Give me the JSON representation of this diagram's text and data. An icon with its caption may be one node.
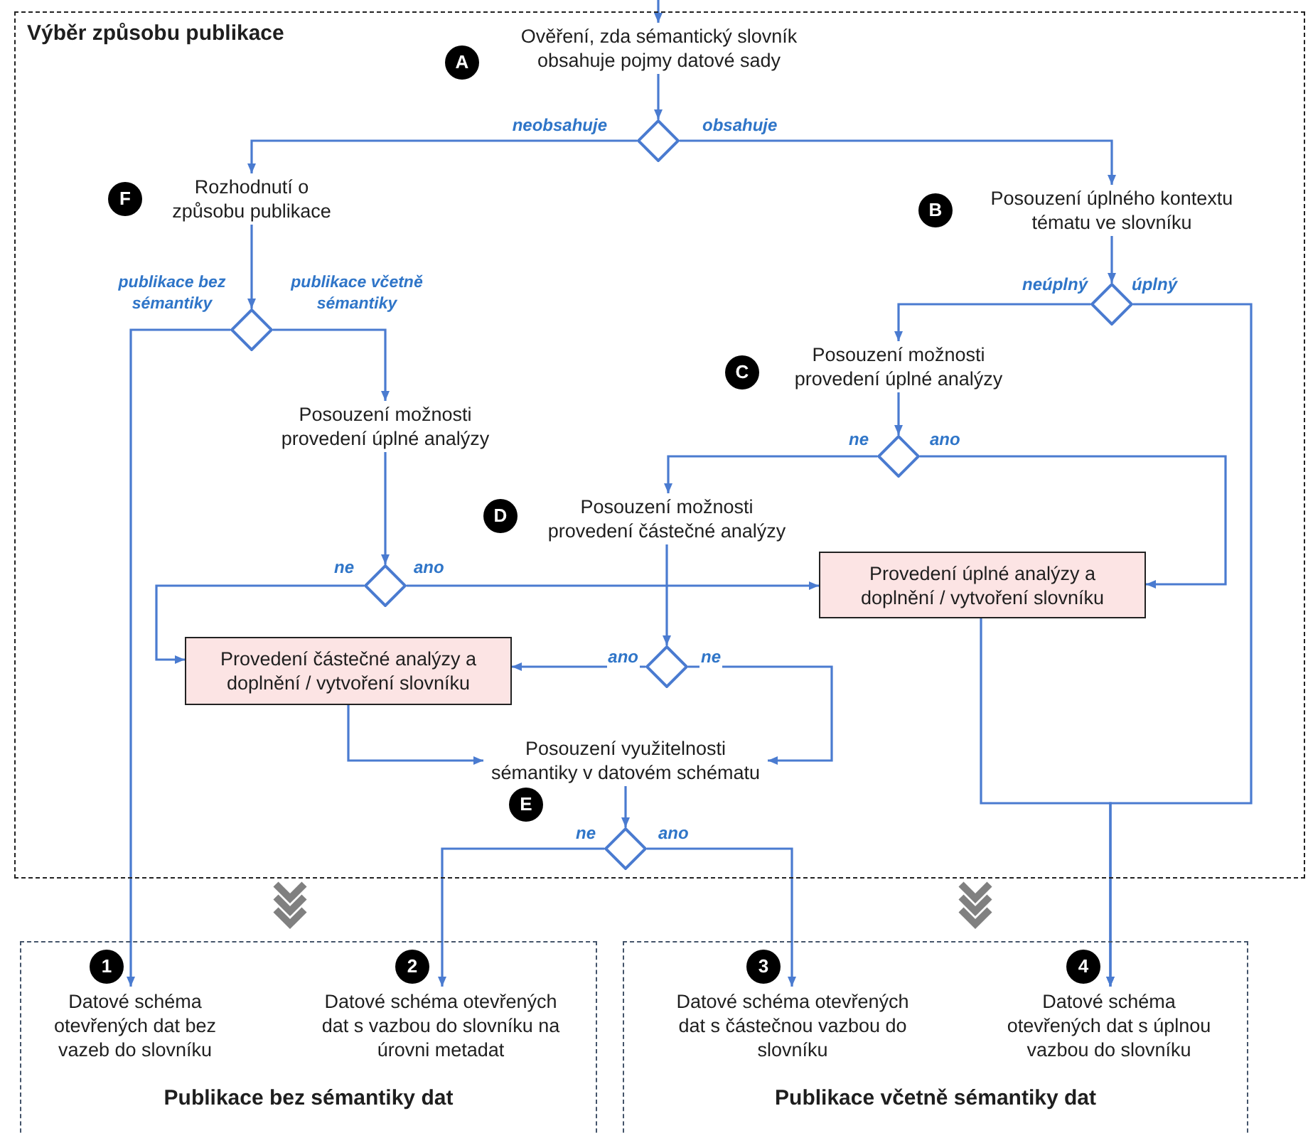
{
  "diagram": {
    "nodes": [
      {
        "text": [
          "Výběr způsobu publikace"
        ]
      },
      {
        "text": [
          "Ověření, zda sémantický slovník obsahuje pojmy datové sady"
        ],
        "beside": [
          "A"
        ],
        "in": 0
      },
      {
        "text": [],
        "shape": "diamond",
        "in": 0
      },
      {
        "text": [
          "Rozhodnutí o způsobu publikace"
        ],
        "beside": [
          "F"
        ],
        "in": 0
      },
      {
        "text": [
          "Posouzení úplného kontextu tématu ve slovníku"
        ],
        "beside": [
          "B"
        ],
        "in": 0
      },
      {
        "text": [],
        "shape": "diamond",
        "in": 0
      },
      {
        "text": [],
        "shape": "diamond",
        "in": 0
      },
      {
        "text": [
          "Posouzení možnosti provedení úplné analýzy"
        ],
        "in": 0
      },
      {
        "text": [
          "Posouzení možnosti provedení úplné analýzy"
        ],
        "beside": [
          "C"
        ],
        "in": 0
      },
      {
        "text": [],
        "shape": "diamond",
        "in": 0
      },
      {
        "text": [],
        "shape": "diamond",
        "in": 0
      },
      {
        "text": [
          "Posouzení možnosti provedení částečné analýzy"
        ],
        "beside": [
          "D"
        ],
        "in": 0
      },
      {
        "text": [
          "Provedení úplné analýzy a doplnění / vytvoření slovníku"
        ],
        "in": 0
      },
      {
        "text": [],
        "shape": "diamond",
        "in": 0
      },
      {
        "text": [
          "Provedení částečné analýzy a doplnění / vytvoření slovníku"
        ],
        "in": 0
      },
      {
        "text": [
          "Posouzení využitelnosti sémantiky v datovém schématu"
        ],
        "beside": [
          "E"
        ],
        "in": 0
      },
      {
        "text": [],
        "shape": "diamond",
        "in": 0
      },
      {
        "text": [
          "Publikace bez sémantiky dat"
        ]
      },
      {
        "text": [
          "Datové schéma otevřených dat bez vazeb do slovníku"
        ],
        "beside": [
          "1"
        ],
        "in": 17
      },
      {
        "text": [
          "Datové schéma otevřených dat s vazbou do slovníku na úrovni metadat"
        ],
        "beside": [
          "2"
        ],
        "in": 17
      },
      {
        "text": [
          "Publikace včetně sémantiky dat"
        ]
      },
      {
        "text": [
          "Datové schéma otevřených dat s částečnou vazbou do slovníku"
        ],
        "beside": [
          "3"
        ],
        "in": 20
      },
      {
        "text": [
          "Datové schéma otevřených dat s úplnou vazbou do slovníku"
        ],
        "beside": [
          "4"
        ],
        "in": 20
      }
    ],
    "edges": [
      {
        "from": null,
        "to": 1,
        "arrow": "to"
      },
      {
        "from": 1,
        "to": 2,
        "arrow": "to"
      },
      {
        "from": 2,
        "to": 3,
        "arrow": "to",
        "label": "neobsahuje"
      },
      {
        "from": 2,
        "to": 4,
        "arrow": "to",
        "label": "obsahuje"
      },
      {
        "from": 3,
        "to": 5,
        "arrow": "to"
      },
      {
        "from": 4,
        "to": 6,
        "arrow": "to"
      },
      {
        "from": 5,
        "to": 18,
        "arrow": "to",
        "label": "publikace bez sémantiky"
      },
      {
        "from": 5,
        "to": 7,
        "arrow": "to",
        "label": "publikace včetně sémantiky"
      },
      {
        "from": 6,
        "to": 8,
        "arrow": "to",
        "label": "neúplný"
      },
      {
        "from": 6,
        "to": 22,
        "arrow": "to",
        "label": "úplný"
      },
      {
        "from": 7,
        "to": 9,
        "arrow": "to"
      },
      {
        "from": 8,
        "to": 10,
        "arrow": "to"
      },
      {
        "from": 9,
        "to": 14,
        "arrow": "to",
        "label": "ne"
      },
      {
        "from": 9,
        "to": 12,
        "arrow": "to",
        "label": "ano"
      },
      {
        "from": 10,
        "to": 11,
        "arrow": "to",
        "label": "ne"
      },
      {
        "from": 10,
        "to": 12,
        "arrow": "to",
        "label": "ano"
      },
      {
        "from": 11,
        "to": 13,
        "arrow": "to"
      },
      {
        "from": 13,
        "to": 14,
        "arrow": "to",
        "label": "ano"
      },
      {
        "from": 13,
        "to": 15,
        "arrow": "to",
        "label": "ne"
      },
      {
        "from": 14,
        "to": 15,
        "arrow": "to"
      },
      {
        "from": 12,
        "to": 22,
        "arrow": "to"
      },
      {
        "from": 15,
        "to": 16,
        "arrow": "to"
      },
      {
        "from": 16,
        "to": 19,
        "arrow": "to",
        "label": "ne"
      },
      {
        "from": 16,
        "to": 21,
        "arrow": "to",
        "label": "ano"
      },
      {
        "from": 0,
        "to": 17,
        "arrow": "to",
        "style": "thick",
        "color": "#808080"
      },
      {
        "from": 0,
        "to": 20,
        "arrow": "to",
        "style": "thick",
        "color": "#808080"
      }
    ]
  }
}
